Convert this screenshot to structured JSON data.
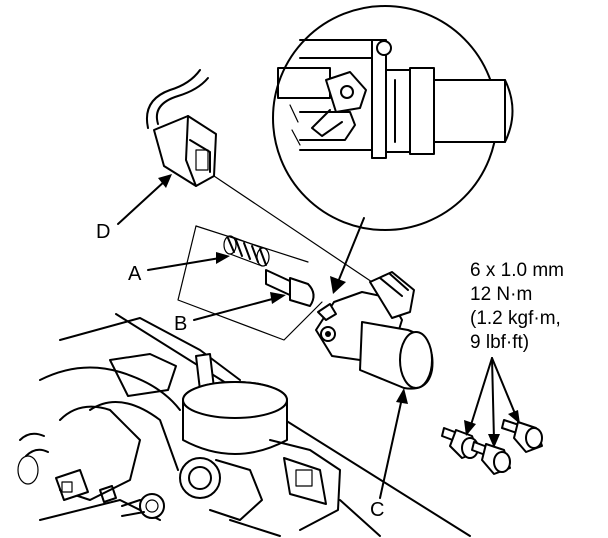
{
  "callouts": {
    "a": "A",
    "b": "B",
    "c": "C",
    "d": "D"
  },
  "bolt_spec": {
    "size": "6 x 1.0 mm",
    "torque_nm": "12 N·m",
    "torque_kgfm": "(1.2 kgf·m,",
    "torque_lbfft": "9 lbf·ft)"
  }
}
